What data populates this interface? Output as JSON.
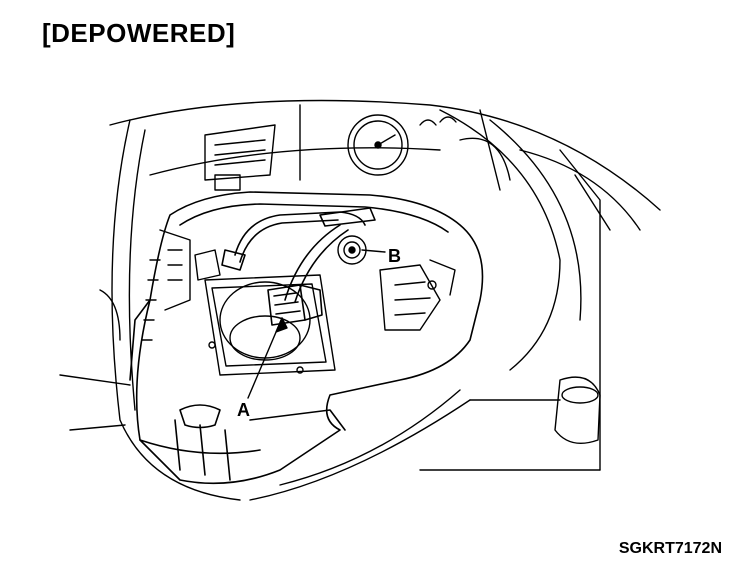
{
  "header": {
    "title": "[DEPOWERED]"
  },
  "diagram": {
    "callouts": [
      {
        "id": "A",
        "text": "A"
      },
      {
        "id": "B",
        "text": "B"
      }
    ]
  },
  "footer": {
    "figure_code": "SGKRT7172N"
  },
  "colors": {
    "ink": "#000000",
    "paper": "#ffffff"
  }
}
